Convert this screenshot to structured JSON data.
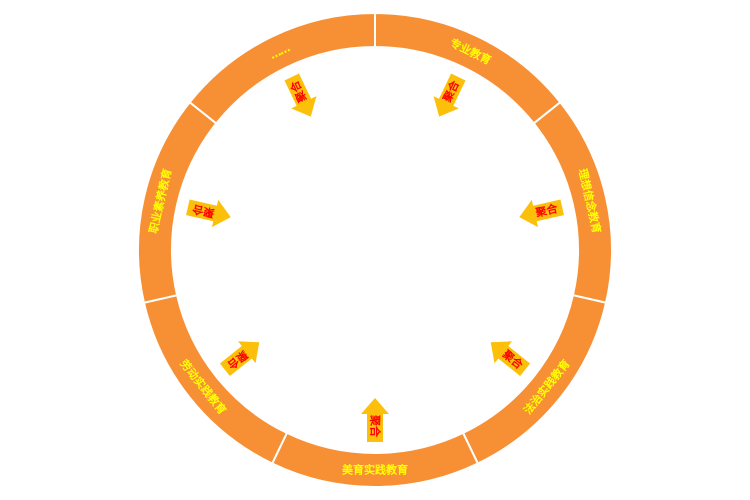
{
  "colors": {
    "ring": "#f79034",
    "divider": "#ffffff",
    "label": "#ffff00",
    "arrow": "#fcc00a",
    "arrow_text": "#ff0000"
  },
  "segments": [
    {
      "label": "专业教育"
    },
    {
      "label": "理想信念教育"
    },
    {
      "label": "法治实践教育"
    },
    {
      "label": "美育实践教育"
    },
    {
      "label": "劳动实践教育"
    },
    {
      "label": "职业素养教育"
    },
    {
      "label": "……"
    }
  ],
  "arrow_label": "聚合"
}
